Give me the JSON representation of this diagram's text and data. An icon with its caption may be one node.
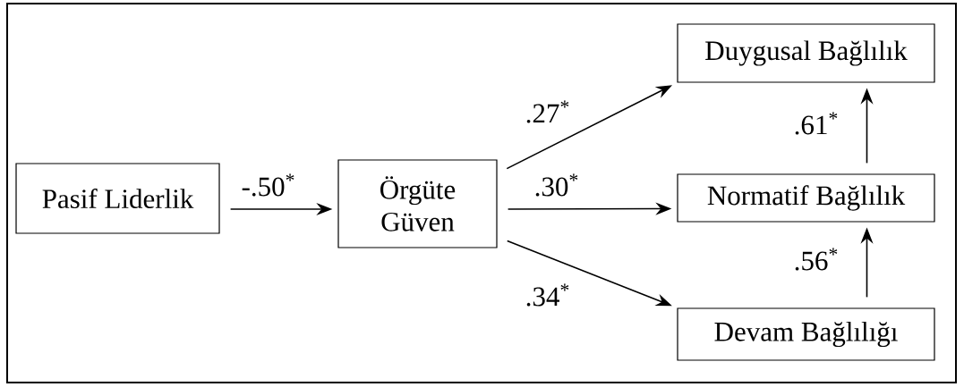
{
  "diagram": {
    "nodes": [
      {
        "text": [
          "Pasif Liderlik"
        ]
      },
      {
        "text": [
          "Örgüte Güven"
        ]
      },
      {
        "text": [
          "Duygusal Bağlılık"
        ]
      },
      {
        "text": [
          "Normatif Bağlılık"
        ]
      },
      {
        "text": [
          "Devam Bağlılığı"
        ]
      }
    ],
    "edges": [
      {
        "from": 0,
        "to": 1,
        "arrow": "to",
        "label": "-.50$^{*}$"
      },
      {
        "from": 1,
        "to": 2,
        "arrow": "to",
        "label": ".27$^{*}$"
      },
      {
        "from": 1,
        "to": 3,
        "arrow": "to",
        "label": ".30$^{*}$"
      },
      {
        "from": 1,
        "to": 4,
        "arrow": "to",
        "label": ".34$^{*}$"
      },
      {
        "from": 3,
        "to": 2,
        "arrow": "to",
        "label": ".61$^{*}$"
      },
      {
        "from": 4,
        "to": 3,
        "arrow": "to",
        "label": ".56$^{*}$"
      }
    ]
  }
}
